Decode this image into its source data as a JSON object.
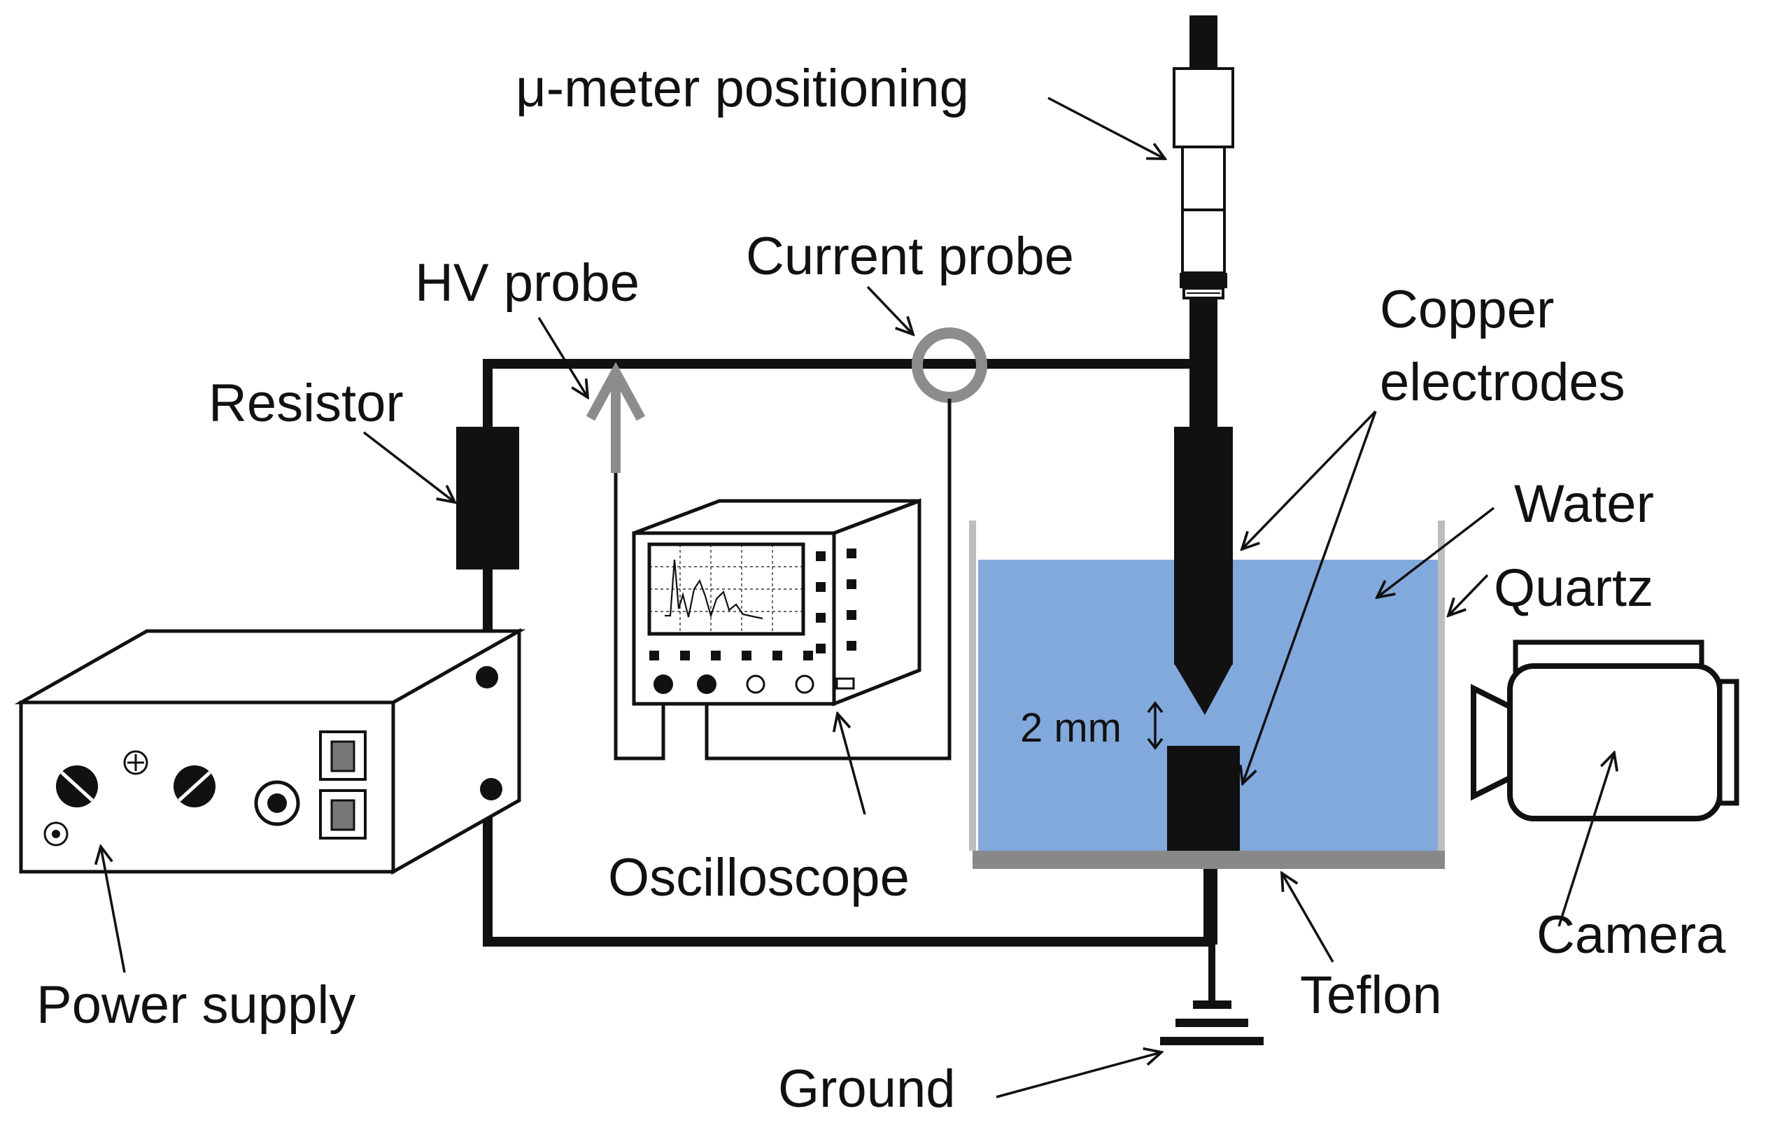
{
  "labels": {
    "micrometer": "μ-meter positioning",
    "current_probe": "Current probe",
    "hv_probe": "HV probe",
    "resistor": "Resistor",
    "copper_electrodes_line1": "Copper",
    "copper_electrodes_line2": "electrodes",
    "water": "Water",
    "quartz": "Quartz",
    "gap": "2 mm",
    "oscilloscope": "Oscilloscope",
    "power_supply": "Power supply",
    "camera": "Camera",
    "teflon": "Teflon",
    "ground": "Ground"
  },
  "colors": {
    "water": "#82a9dc",
    "probe_gray": "#8c8c8c",
    "teflon_gray": "#888888",
    "quartz_gray": "#bdbdbd",
    "line": "#111111"
  }
}
